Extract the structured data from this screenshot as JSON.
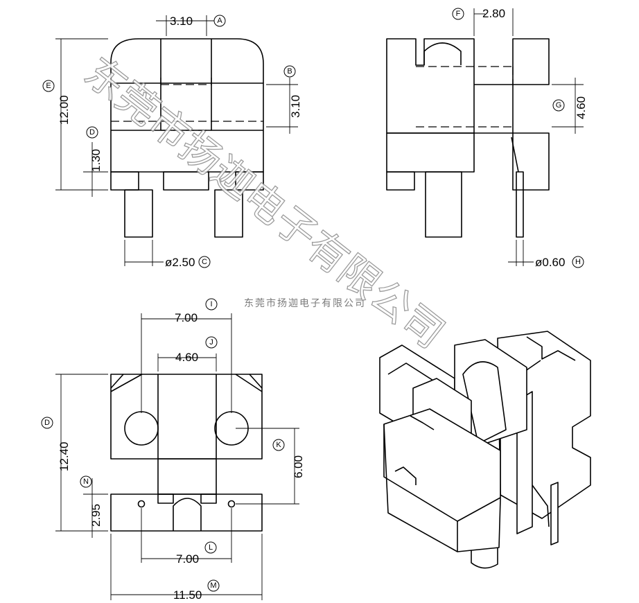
{
  "dimensions": {
    "A": "3.10",
    "B": "3.10",
    "C": "ø2.50",
    "D_front": "1.30",
    "E": "12.00",
    "F": "2.80",
    "G": "4.60",
    "H": "ø0.60",
    "I": "7.00",
    "J": "4.60",
    "K": "6.00",
    "L": "7.00",
    "M": "11.50",
    "N": "2.95",
    "D_bottom": "12.40"
  },
  "callouts": {
    "A": "A",
    "B": "B",
    "C": "C",
    "D_front": "D",
    "E": "E",
    "F": "F",
    "G": "G",
    "H": "H",
    "I": "I",
    "J": "J",
    "K": "K",
    "L": "L",
    "M": "M",
    "N": "N",
    "D_bottom": "D"
  },
  "watermark": {
    "small": "东莞市扬迦电子有限公司",
    "large": "东莞市扬迦电子有限公司"
  }
}
